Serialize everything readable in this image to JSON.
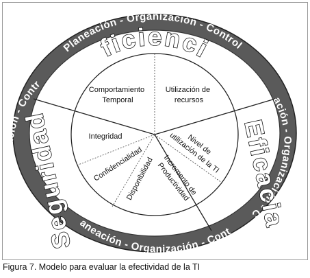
{
  "outer_ring": {
    "top_text": "Planeación - Organización - Control",
    "right_text": "Planeación - Organización - Control",
    "left_text": "Planeación - Organización - Control",
    "bottom_text": "Planeación - Organización - Control"
  },
  "dimensions": {
    "eficiencia": "Eficiencia",
    "eficacia": "Eficacia",
    "seguridad": "Seguridad"
  },
  "inner": {
    "comportamiento": [
      "Comportamiento",
      "Temporal"
    ],
    "utilizacion": [
      "Utilización de",
      "recursos"
    ],
    "integridad": "Integridad",
    "confidencialidad": "Confidencialidad",
    "disponibilidad": "Disponibilidad",
    "nivel": [
      "Nivel de",
      "utilización de la TI"
    ],
    "incremento": [
      "Incremento de",
      "Productividad"
    ]
  },
  "caption": "Figura 7. Modelo para evaluar la efectividad de la TI",
  "colors": {
    "ring": "#5a5a5a",
    "line": "#222222",
    "dash": "#555555"
  }
}
